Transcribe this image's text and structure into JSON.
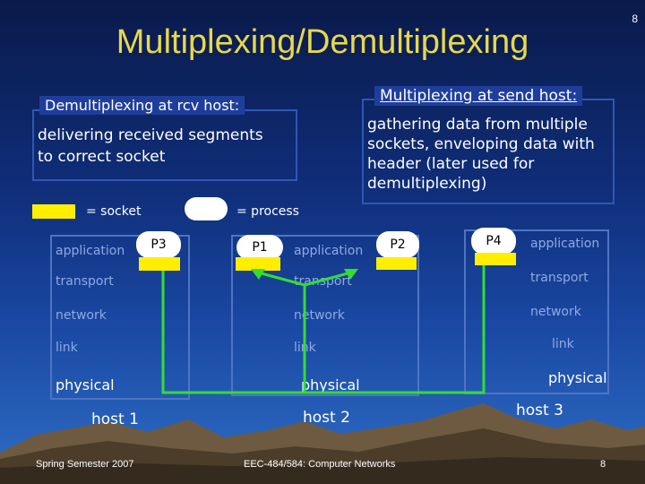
{
  "title": "Multiplexing/Demultiplexing",
  "page_number_top": "8",
  "demux": {
    "header": "Demultiplexing at rcv host:",
    "text": [
      "delivering received segments",
      "to correct socket"
    ]
  },
  "mux": {
    "header": "Multiplexing at send host:",
    "text": [
      "gathering data from multiple",
      "sockets, enveloping data with",
      "header (later used for",
      "demultiplexing)"
    ]
  },
  "legend": {
    "socket": "= socket",
    "process": "= process"
  },
  "processes": [
    "P3",
    "P1",
    "P2",
    "P4"
  ],
  "hosts": {
    "h1": {
      "layers": [
        "application",
        "transport",
        "network",
        "link"
      ],
      "physical": "physical",
      "label": "host 1"
    },
    "h2": {
      "layers": [
        "application",
        "transport",
        "network",
        "link"
      ],
      "physical": "physical",
      "label": "host 2"
    },
    "h3": {
      "layers": [
        "application",
        "transport",
        "network",
        "link"
      ],
      "physical": "physical",
      "label": "host 3"
    }
  },
  "footer": {
    "left": "Spring Semester 2007",
    "center": "EEC-484/584: Computer Networks",
    "right": "8"
  },
  "colors": {
    "title": "#e8d84a",
    "socket": "#ffee00",
    "path": "#33dd33",
    "header_bg": "#1f3e9c"
  }
}
